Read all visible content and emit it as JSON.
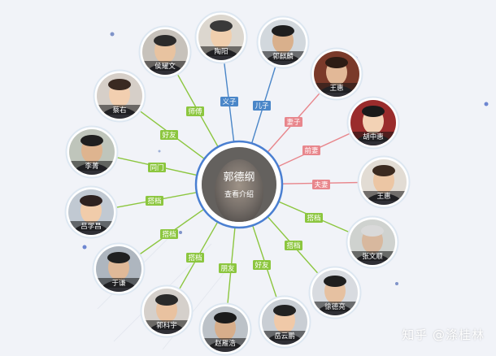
{
  "center": {
    "name": "郭德纲",
    "link": "查看介绍",
    "ring_color": "#4a7fd1"
  },
  "colors": {
    "green": "#8cc63f",
    "blue": "#4a86c8",
    "red": "#e8868c",
    "node_ring": "#dde7f1"
  },
  "relations": [
    {
      "name": "侯耀文",
      "label": "师傅",
      "color": "green"
    },
    {
      "name": "陶阳",
      "label": "义子",
      "color": "blue"
    },
    {
      "name": "郭麒麟",
      "label": "儿子",
      "color": "blue"
    },
    {
      "name": "王惠",
      "label": "妻子",
      "color": "red"
    },
    {
      "name": "胡中惠",
      "label": "前妻",
      "color": "red"
    },
    {
      "name": "王惠",
      "label": "夫妻",
      "color": "red"
    },
    {
      "name": "张文顺",
      "label": "搭档",
      "color": "green"
    },
    {
      "name": "徐德亮",
      "label": "搭档",
      "color": "green"
    },
    {
      "name": "岳云鹏",
      "label": "好友",
      "color": "green"
    },
    {
      "name": "赵雁浩",
      "label": "朋友",
      "color": "green"
    },
    {
      "name": "郭科宇",
      "label": "搭档",
      "color": "green"
    },
    {
      "name": "于谦",
      "label": "搭档",
      "color": "green"
    },
    {
      "name": "吕学昌",
      "label": "搭档",
      "color": "green"
    },
    {
      "name": "李菁",
      "label": "同门",
      "color": "green"
    },
    {
      "name": "蔡右",
      "label": "好友",
      "color": "green"
    }
  ],
  "watermark": "知乎 @涤桂林"
}
